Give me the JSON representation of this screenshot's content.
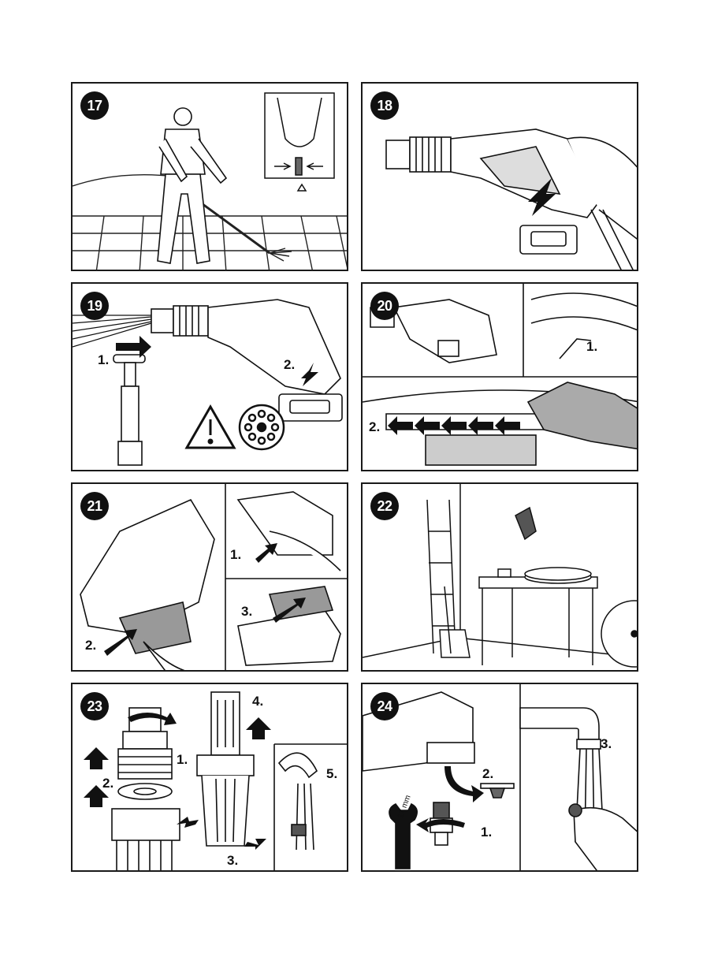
{
  "panels": [
    {
      "number": "17"
    },
    {
      "number": "18"
    },
    {
      "number": "19",
      "steps": [
        "1.",
        "2."
      ]
    },
    {
      "number": "20",
      "steps": [
        "1.",
        "2."
      ]
    },
    {
      "number": "21",
      "steps": [
        "1.",
        "2.",
        "3."
      ]
    },
    {
      "number": "22"
    },
    {
      "number": "23",
      "steps": [
        "1.",
        "2.",
        "3.",
        "4.",
        "5."
      ]
    },
    {
      "number": "24",
      "steps": [
        "1.",
        "2.",
        "3."
      ],
      "wrench_size": "17 mm"
    }
  ],
  "icons": [
    "pressure-washer-user-icon",
    "trigger-lock-icon",
    "warning-triangle-icon",
    "filter-icon",
    "battery-icon",
    "ladder-icon",
    "bicycle-icon",
    "wrench-icon",
    "faucet-icon"
  ]
}
